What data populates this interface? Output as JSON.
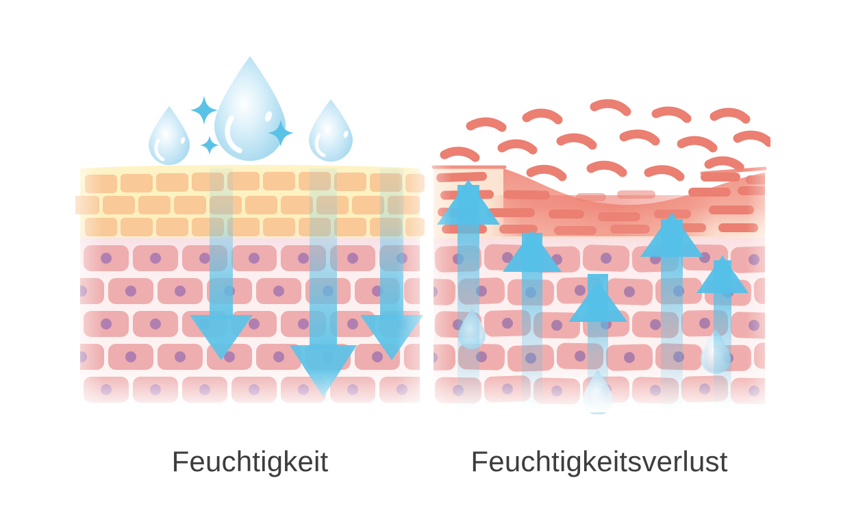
{
  "figure": {
    "title_left": "Feuchtigkeit",
    "title_right": "Feuchtigkeitsverlust",
    "background_color": "#ffffff",
    "caption_color": "#3d3d3d"
  },
  "panels": [
    {
      "id": "hydrated-skin",
      "caption": "Feuchtigkeit",
      "state": "hydrated",
      "description": "Well hydrated skin: intact stratum corneum with orderly brick cells, water droplets above the surface, blue arrows pointing downward into the dermis",
      "layers": [
        {
          "name": "stratum-corneum",
          "fill": "#fdf0bf",
          "cell_fill": "#f9c998",
          "rows": 3,
          "cells_per_row": 11
        },
        {
          "name": "epidermis-dermis",
          "fill": "#fbeeee",
          "cell_fill": "#eeadae",
          "nucleus_fill": "#b07fb0",
          "rows": 6,
          "cells_per_row": 8
        }
      ],
      "water": {
        "droplets": 3,
        "sparkles": 3,
        "droplet_color": "#a9dcf0",
        "droplet_core": "#ffffff"
      },
      "arrows": {
        "count": 3,
        "direction": "down",
        "color": "#5bc2e7"
      }
    },
    {
      "id": "dehydrated-skin",
      "caption": "Feuchtigkeitsverlust",
      "state": "moisture-loss",
      "description": "Dehydrated skin: damaged flaking stratum corneum with detached coral flakes, reddened inflamed layer, blue arrows pointing upward and water droplets escaping",
      "layers": [
        {
          "name": "damaged-stratum-corneum",
          "fill": "#fbe0cf",
          "inflamed_fill": "#ef8277",
          "flake_fill": "#ea7f72",
          "flakes_detached": 19,
          "flakes_embedded": 22
        },
        {
          "name": "epidermis-dermis",
          "fill": "#fbeeee",
          "cell_fill": "#efaead",
          "nucleus_fill": "#ac7fab",
          "rows": 6
        }
      ],
      "water": {
        "droplets": 3,
        "droplet_color": "#bde3f3"
      },
      "arrows": {
        "count": 5,
        "direction": "up",
        "color": "#54c0e8"
      }
    }
  ],
  "colors": {
    "accent_blue": "#4fbfe6",
    "skin_pink": "#eeadae",
    "nucleus_purple": "#b07fb0",
    "corneum_yellow": "#fdf0bf",
    "corneum_brick": "#f9c998",
    "flake_coral": "#ea7f72",
    "inflamed_red": "#ee8075"
  }
}
